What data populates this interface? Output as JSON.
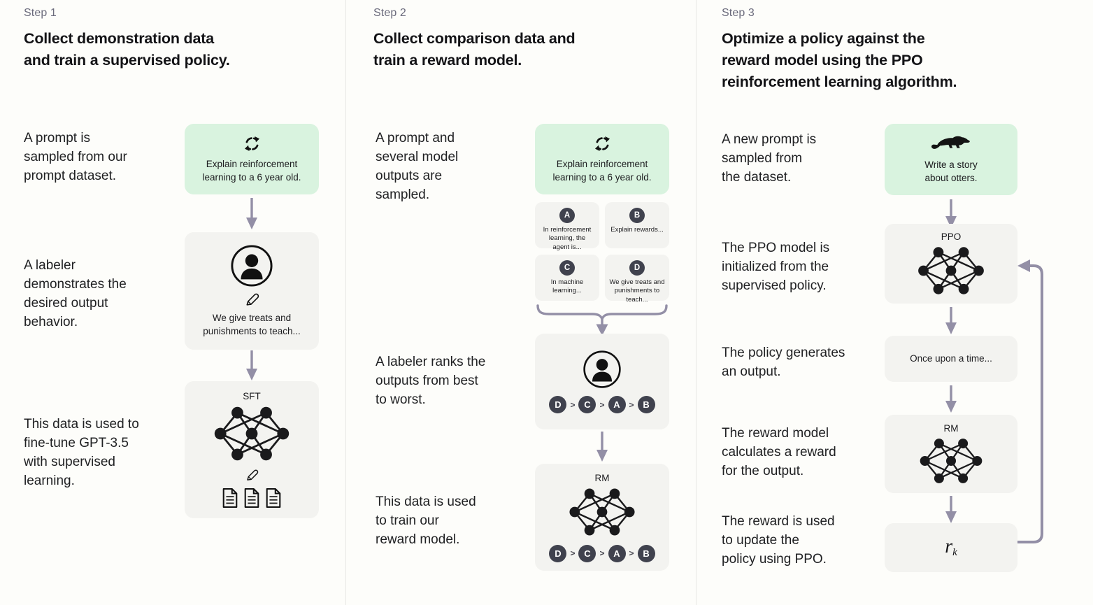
{
  "steps": [
    {
      "label": "Step 1",
      "title": "Collect demonstration data\nand train a supervised policy.",
      "captions": [
        "A prompt is\nsampled from our\nprompt dataset.",
        "A labeler\ndemonstrates the\ndesired output\nbehavior.",
        "This data is used to\nfine-tune GPT-3.5\nwith supervised\nlearning."
      ],
      "prompt_box": {
        "icon": "refresh-cycle-icon",
        "text": "Explain reinforcement\nlearning to a 6 year old."
      },
      "labeler_box": {
        "icons": [
          "person-icon",
          "pencil-icon"
        ],
        "text": "We give treats and\npunishments to teach..."
      },
      "model_box": {
        "label": "SFT",
        "icons": [
          "neural-network-icon",
          "pencil-icon",
          "documents-icon"
        ]
      }
    },
    {
      "label": "Step 2",
      "title": "Collect comparison data and\ntrain a reward model.",
      "captions": [
        "A prompt and\nseveral model\noutputs are\nsampled.",
        "A labeler ranks the\noutputs from best\nto worst.",
        "This data is used\nto train our\nreward model."
      ],
      "prompt_box": {
        "icon": "refresh-cycle-icon",
        "text": "Explain reinforcement\nlearning to a 6 year old."
      },
      "outputs": [
        {
          "badge": "A",
          "text": "In reinforcement\nlearning, the\nagent is..."
        },
        {
          "badge": "B",
          "text": "Explain rewards..."
        },
        {
          "badge": "C",
          "text": "In machine\nlearning..."
        },
        {
          "badge": "D",
          "text": "We give treats and\npunishments to\nteach..."
        }
      ],
      "ranking": {
        "items": [
          "D",
          "C",
          "A",
          "B"
        ],
        "separator": ">"
      },
      "model_box": {
        "label": "RM",
        "icons": [
          "neural-network-icon"
        ]
      }
    },
    {
      "label": "Step 3",
      "title": "Optimize a policy against the\nreward model using the PPO\nreinforcement learning algorithm.",
      "captions": [
        "A new prompt is\nsampled from\nthe dataset.",
        "The PPO model is\ninitialized from the\nsupervised policy.",
        "The policy generates\nan output.",
        "The reward model\ncalculates a reward\nfor the output.",
        "The reward is used\nto update the\npolicy using PPO."
      ],
      "prompt_box": {
        "icon": "otter-icon",
        "text": "Write a story\nabout otters."
      },
      "ppo_box": {
        "label": "PPO",
        "icons": [
          "neural-network-icon"
        ]
      },
      "output_box": {
        "text": "Once upon a time..."
      },
      "rm_box": {
        "label": "RM",
        "icons": [
          "neural-network-icon"
        ]
      },
      "reward_box": {
        "base": "r",
        "subscript": "k"
      }
    }
  ],
  "colors": {
    "prompt_box_green": "#d9f3df",
    "model_box_gray": "#f3f3f0",
    "badge_dark": "#40424e",
    "arrow_purple_gray": "#938fa6",
    "step_label_gray": "#6b6b7c",
    "text_dark": "#131316",
    "background": "#fdfdfa"
  }
}
